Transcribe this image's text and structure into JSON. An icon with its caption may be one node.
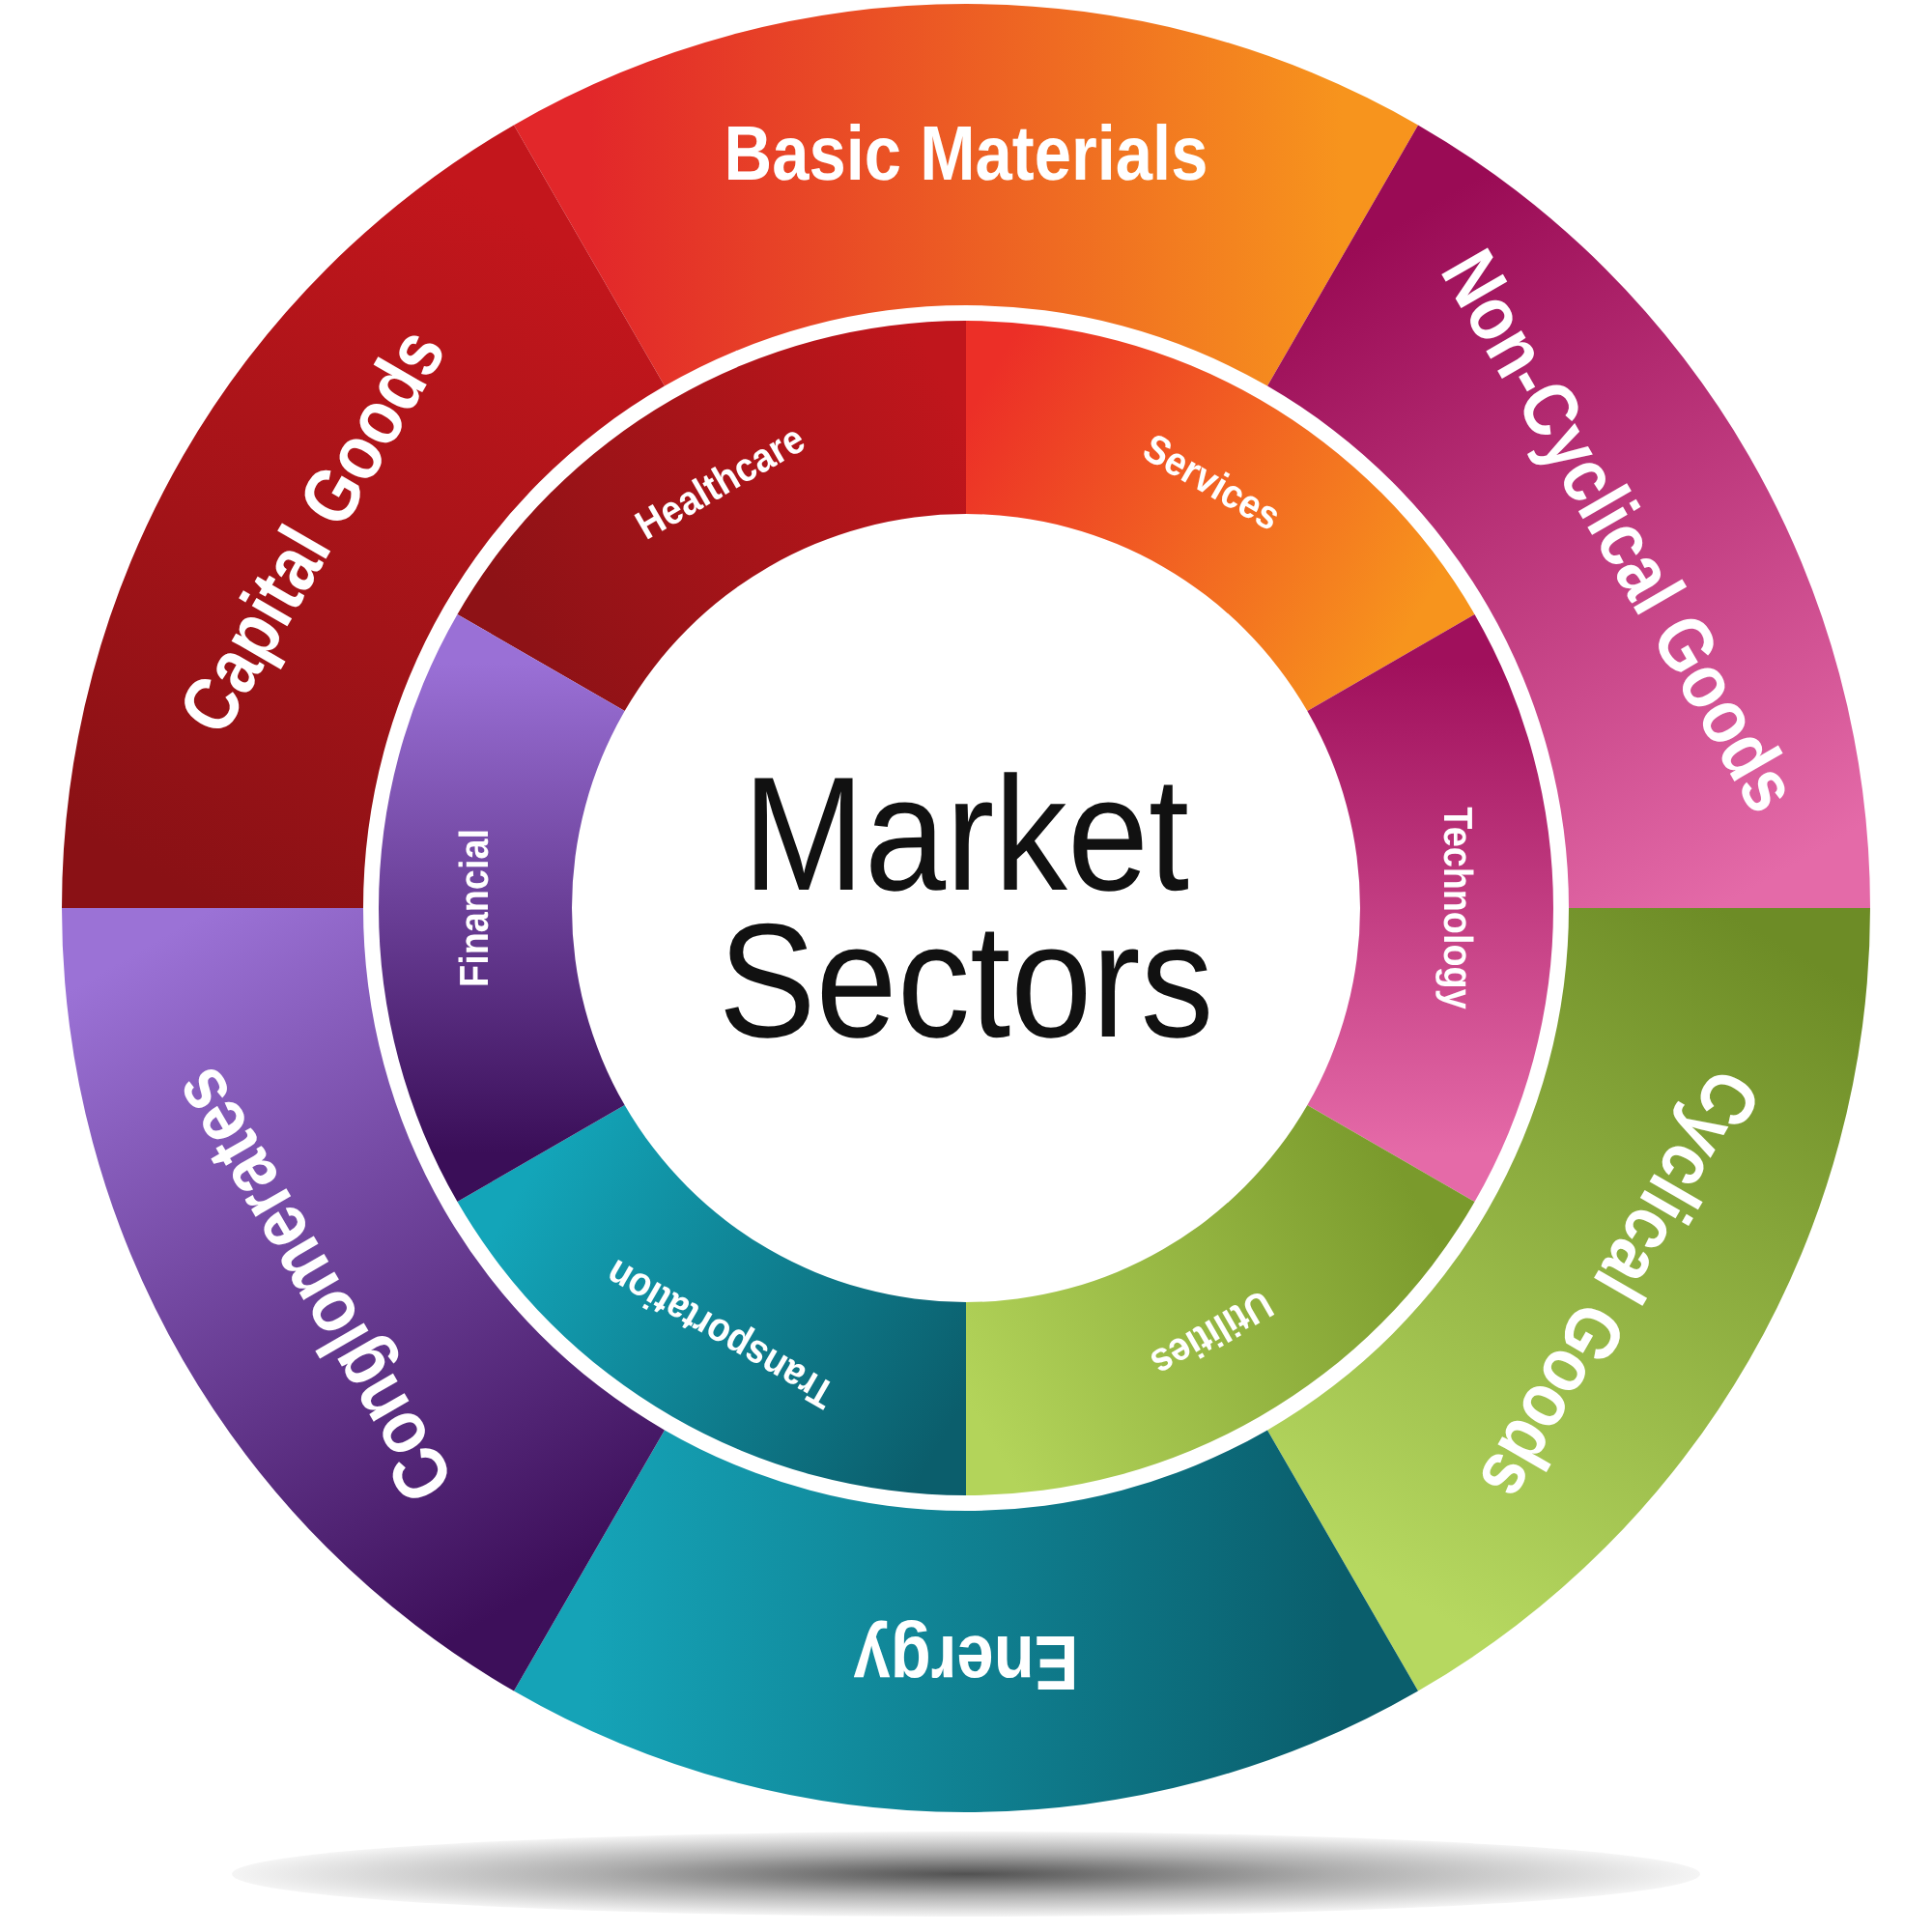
{
  "diagram": {
    "nodes": [
      {
        "text": [
          "Market Sectors"
        ]
      },
      {
        "text": [
          "Basic Materials"
        ]
      },
      {
        "text": [
          "Non-Cyclical Goods"
        ]
      },
      {
        "text": [
          "Cyclical Goods"
        ]
      },
      {
        "text": [
          "Energy"
        ]
      },
      {
        "text": [
          "Conglomerates"
        ]
      },
      {
        "text": [
          "Capital Goods"
        ]
      },
      {
        "text": [
          "Healthcare"
        ]
      },
      {
        "text": [
          "Services"
        ]
      },
      {
        "text": [
          "Technology"
        ]
      },
      {
        "text": [
          "Utilities"
        ]
      },
      {
        "text": [
          "Transportation"
        ]
      },
      {
        "text": [
          "Financial"
        ]
      }
    ]
  }
}
